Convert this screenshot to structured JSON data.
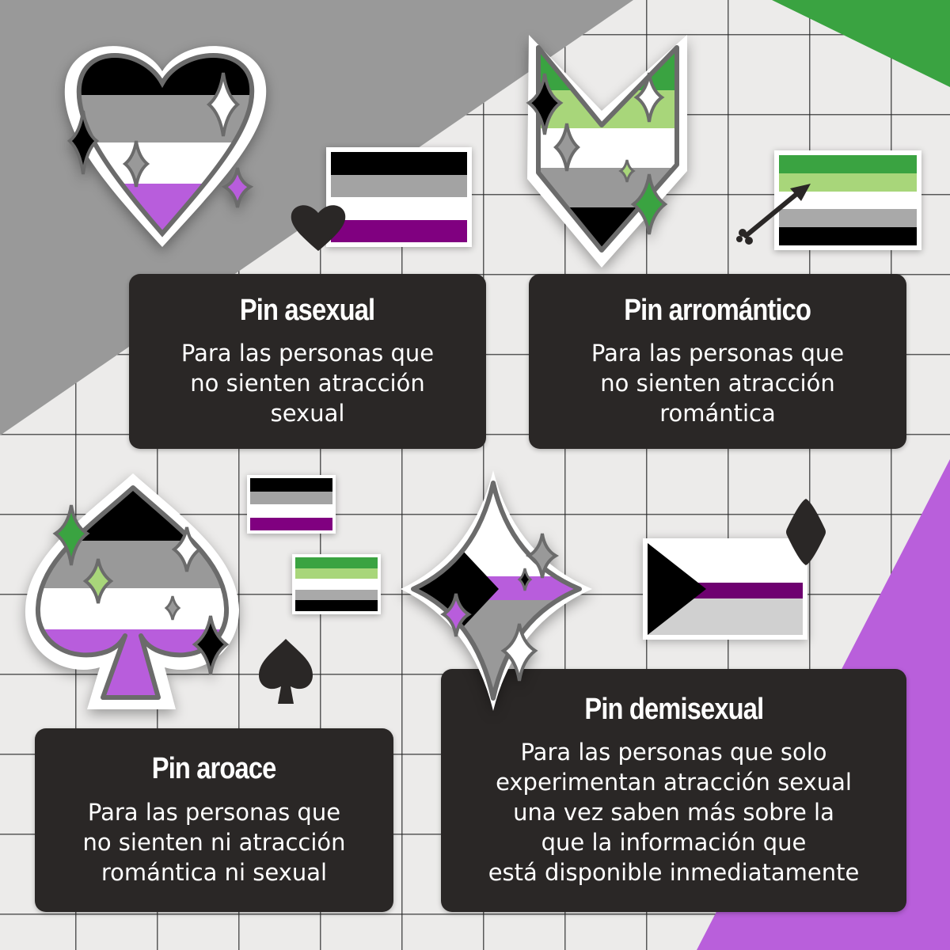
{
  "colors": {
    "gray_triangle": "#999999",
    "green_corner": "#3aa341",
    "purple_corner": "#b95fdb",
    "card_bg": "#2a2726",
    "ace_black": "#000000",
    "ace_gray": "#a3a3a3",
    "ace_white": "#ffffff",
    "ace_purple": "#800080",
    "pin_purple": "#b85ddc",
    "aro_green": "#3aa341",
    "aro_light_green": "#a8d67a",
    "demi_gray": "#d0d0d0",
    "demi_purple": "#6e0070"
  },
  "cards": [
    {
      "title": "Pin asexual",
      "description": "Para las personas que\nno sienten atracción\nsexual"
    },
    {
      "title": "Pin arromántico",
      "description": "Para las personas que\nno sienten atracción\nromántica"
    },
    {
      "title": "Pin aroace",
      "description": "Para las personas que\nno sienten ni atracción\nromántica ni sexual"
    },
    {
      "title": "Pin demisexual",
      "description": "Para las personas que solo\nexperimentan atracción sexual\nuna vez saben más sobre la\nque la información que\nestá disponible inmediatamente"
    }
  ],
  "stickers": [
    {
      "shape": "heart",
      "flag": "asexual"
    },
    {
      "shape": "chevron",
      "flag": "aromantic"
    },
    {
      "shape": "spade",
      "flag": "aroace"
    },
    {
      "shape": "diamond",
      "flag": "demisexual"
    }
  ],
  "flags": {
    "asexual": [
      "#000000",
      "#a3a3a3",
      "#ffffff",
      "#800080"
    ],
    "aromantic": [
      "#3aa341",
      "#a8d67a",
      "#ffffff",
      "#a9a9a9",
      "#000000"
    ]
  }
}
